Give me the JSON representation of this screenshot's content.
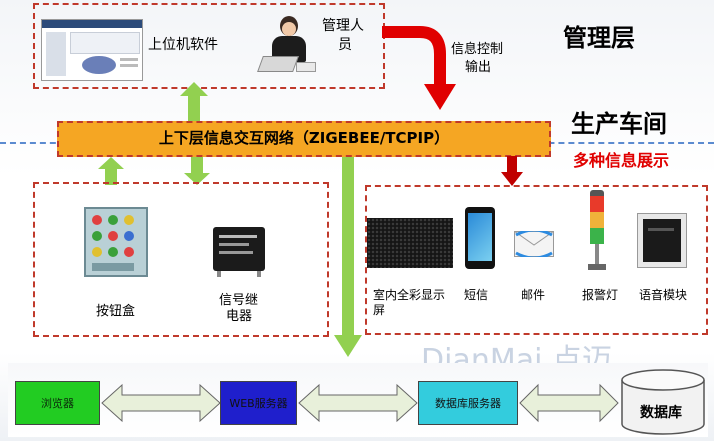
{
  "top": {
    "software_label": "上位机软件",
    "admin_label_line1": "管理人",
    "admin_label_line2": "员",
    "info_output_line1": "信息控制",
    "info_output_line2": "输出",
    "layer_title": "管理层"
  },
  "network": {
    "bar_label": "上下层信息交互网络（ZIGEBEE/TCPIP）",
    "workshop_title": "生产车间",
    "display_title": "多种信息展示"
  },
  "left_devices": {
    "button_box": "按钮盒",
    "relay_line1": "信号继",
    "relay_line2": "电器"
  },
  "right_devices": {
    "display_line1": "室内全彩显示",
    "display_line2": "屏",
    "sms": "短信",
    "email": "邮件",
    "alarm": "报警灯",
    "voice": "语音模块"
  },
  "bottom": {
    "browser": "浏览器",
    "web_server": "WEB服务器",
    "db_server": "数据库服务器",
    "database": "数据库"
  },
  "watermark": "DianMai 点迈",
  "colors": {
    "dash_red": "#c0392b",
    "bar_orange": "#f5a623",
    "green_arrow": "#92d050",
    "red_arrow": "#e00000",
    "browser_green": "#22cc22",
    "web_blue": "#1f1fcc",
    "db_cyan": "#33ccdd",
    "title_red": "#e00000"
  }
}
